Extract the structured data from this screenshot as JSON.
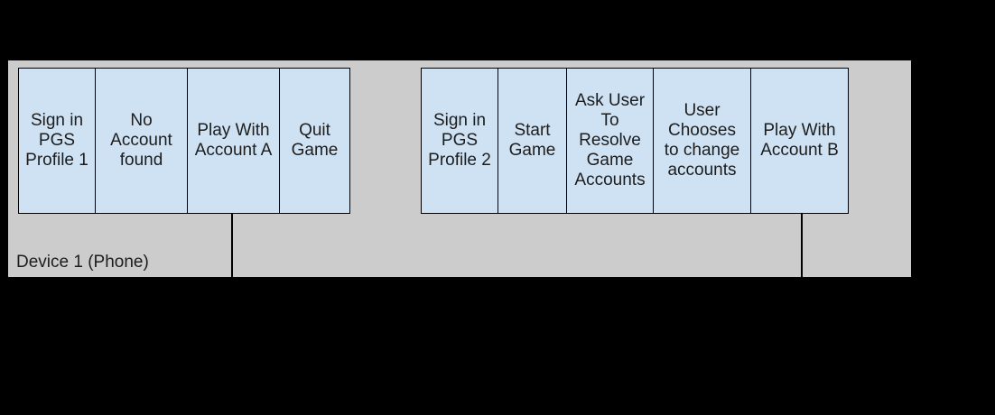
{
  "colors": {
    "background": "#000000",
    "lane_fill": "#cccccc",
    "box_fill": "#cfe2f3",
    "box_border": "#000000",
    "text": "#1d1d1d"
  },
  "lane": {
    "label": "Device 1 (Phone)"
  },
  "flows": [
    {
      "name": "device1-flow",
      "boxes": [
        {
          "label": "Sign in\nPGS\nProfile 1"
        },
        {
          "label": "No\nAccount\nfound"
        },
        {
          "label": "Play With\nAccount A"
        },
        {
          "label": "Quit\nGame"
        }
      ]
    },
    {
      "name": "device1-second-flow",
      "boxes": [
        {
          "label": "Sign in\nPGS\nProfile 2"
        },
        {
          "label": "Start\nGame"
        },
        {
          "label": "Ask User\nTo\nResolve\nGame\nAccounts"
        },
        {
          "label": "User\nChooses\nto change\naccounts"
        },
        {
          "label": "Play With\nAccount B"
        }
      ]
    }
  ]
}
